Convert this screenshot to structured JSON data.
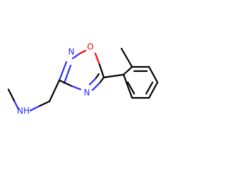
{
  "molecule": {
    "atoms": {
      "n_ring_top": {
        "label": "N",
        "color": "#2b2bff"
      },
      "o_ring": {
        "label": "O",
        "color": "#ff0000"
      },
      "n_ring_bottom": {
        "label": "N",
        "color": "#2b2bff"
      },
      "nh_amine": {
        "label": "NH",
        "color": "#2b2bff"
      }
    }
  }
}
